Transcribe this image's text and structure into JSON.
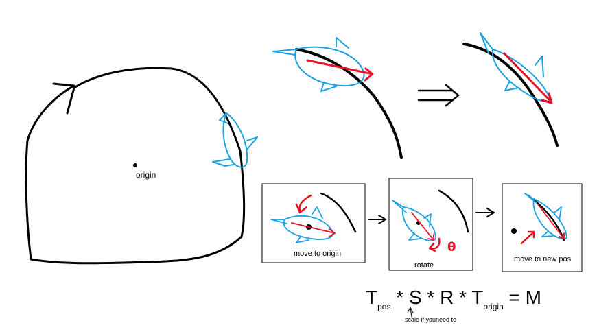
{
  "labels": {
    "origin": "origin",
    "step1": "move to origin",
    "step2": "rotate",
    "step3": "move to new pos",
    "theta": "θ",
    "scale_note": "scale if youneed to"
  },
  "formula": {
    "t_pos": "T",
    "pos_sub": "pos",
    "op1": " * ",
    "s": "S",
    "op2": " * ",
    "r": "R",
    "op3": " * ",
    "t_origin": "T",
    "origin_sub": "origin",
    "eq": " = ",
    "m": "M"
  },
  "colors": {
    "path": "#000000",
    "fish": "#1ba1e2",
    "arrow": "#e81123"
  }
}
